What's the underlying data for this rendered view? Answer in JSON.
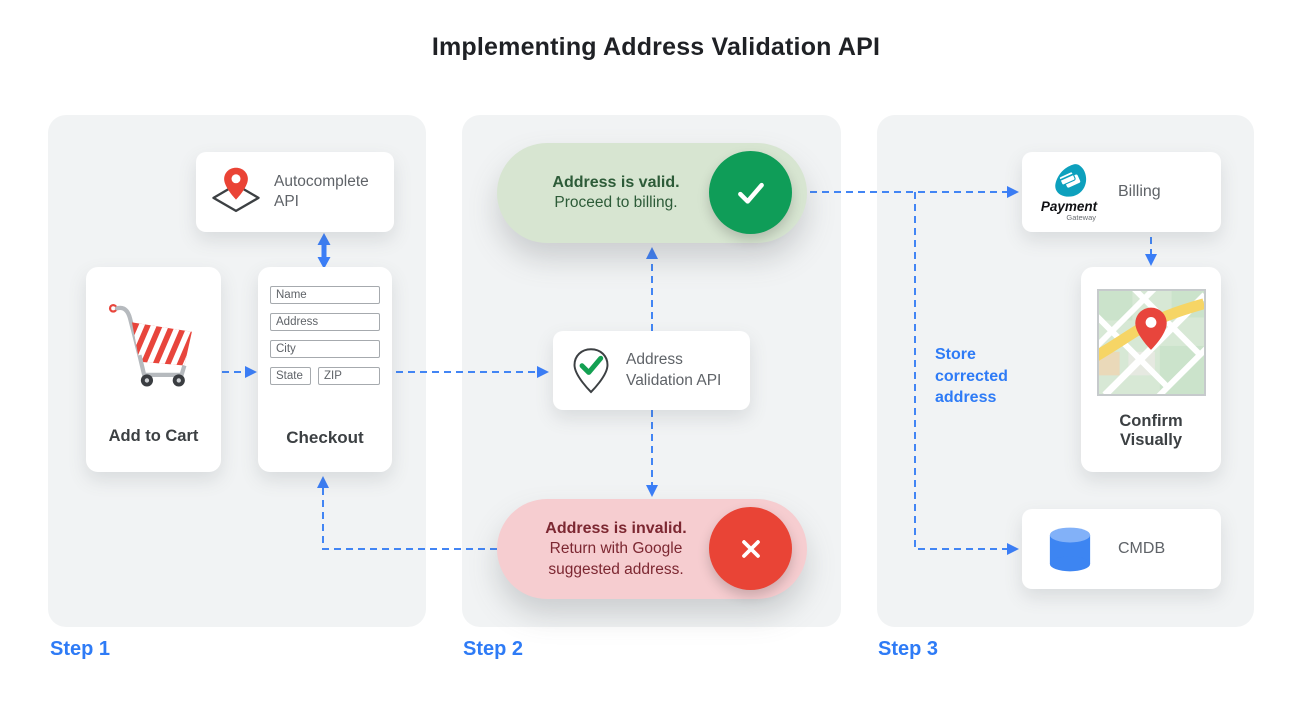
{
  "title": "Implementing Address Validation API",
  "steps": {
    "step1": {
      "label": "Step 1",
      "autocomplete_api": "Autocomplete API",
      "add_to_cart": "Add to Cart",
      "checkout": "Checkout",
      "form_fields": {
        "name": "Name",
        "address": "Address",
        "city": "City",
        "state": "State",
        "zip": "ZIP"
      }
    },
    "step2": {
      "label": "Step 2",
      "valid_title": "Address is valid.",
      "valid_text": "Proceed to billing.",
      "validation_api": "Address Validation API",
      "invalid_title": "Address is invalid.",
      "invalid_text": "Return with Google suggested address."
    },
    "step3": {
      "label": "Step 3",
      "billing": "Billing",
      "payment_logo_title": "Payment",
      "payment_logo_subtitle": "Gateway",
      "store_note": "Store corrected address",
      "confirm_visually": "Confirm Visually",
      "cmdb": "CMDB"
    }
  },
  "icons": {
    "cart-icon": "red striped shopping cart",
    "map-pin-diamond-icon": "red map pin over diamond map outline",
    "pin-check-icon": "outlined map pin with green checkmark",
    "check-circle-icon": "white checkmark in green circle",
    "x-circle-icon": "white cross in red circle",
    "payment-gateway-icon": "teal blob with white credit cards",
    "map-image-icon": "street map with red pin",
    "database-icon": "blue database cylinder"
  },
  "colors": {
    "accent_blue": "#2e7bf6",
    "arrow_blue": "#4285f4",
    "green_circle": "#0f9d58",
    "green_pill_bg": "#d7e5d1",
    "green_text": "#2d5b38",
    "red_circle": "#e94436",
    "red_pill_bg": "#f6cdd0",
    "red_text": "#7c2731",
    "panel_bg": "#f1f3f4",
    "gray_text": "#5f6368",
    "dark_text": "#3c4043"
  }
}
